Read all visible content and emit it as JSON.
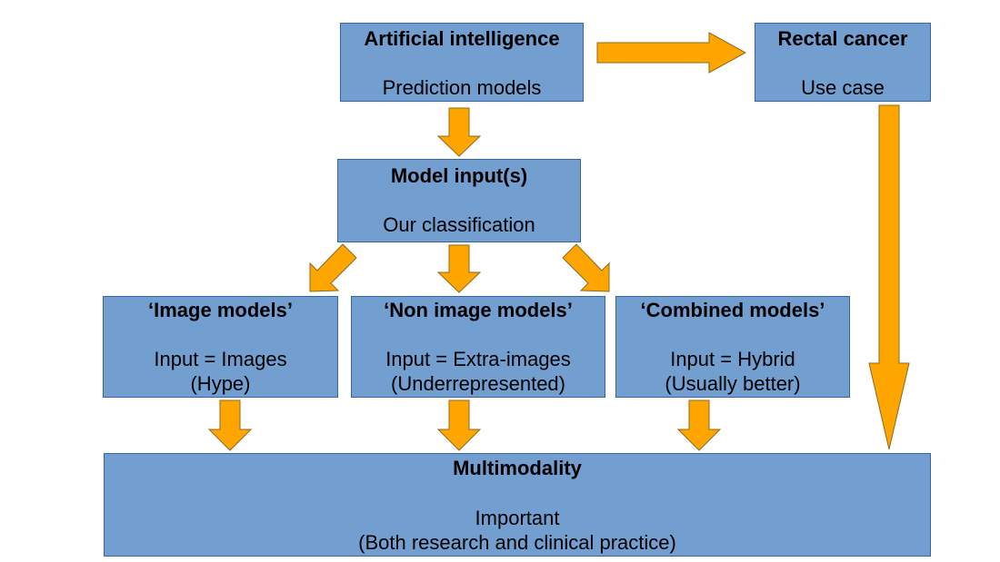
{
  "boxes": {
    "ai": {
      "title": "Artificial intelligence",
      "body": "Prediction models"
    },
    "rectal": {
      "title": "Rectal cancer",
      "body": "Use case"
    },
    "model_input": {
      "title": "Model input(s)",
      "body": "Our classification"
    },
    "image_models": {
      "title": "‘Image models’",
      "body": "Input = Images\n(Hype)"
    },
    "non_image_models": {
      "title": "‘Non image models’",
      "body": "Input = Extra-images\n(Underrepresented)"
    },
    "combined_models": {
      "title": "‘Combined models’",
      "body": "Input = Hybrid\n(Usually better)"
    },
    "multimodality": {
      "title": "Multimodality",
      "body": "Important\n(Both research and clinical practice)"
    }
  },
  "colors": {
    "box_fill": "#729fcf",
    "box_border": "#3465a4",
    "arrow_fill": "#ffa500"
  }
}
